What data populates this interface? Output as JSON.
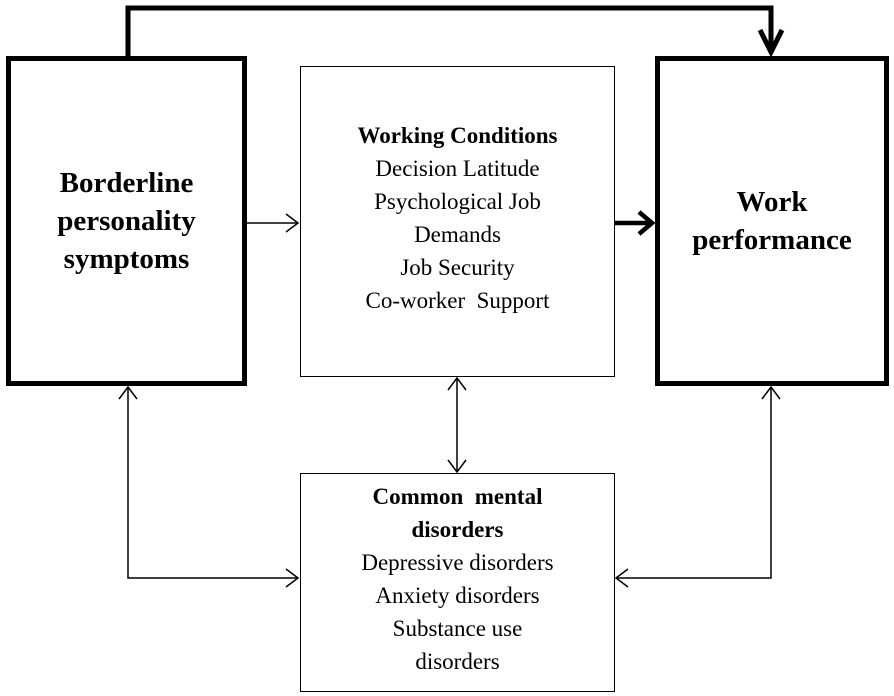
{
  "diagram": {
    "borderline": {
      "lines": [
        "Borderline",
        "personality",
        "symptoms"
      ]
    },
    "working_conditions": {
      "title": "Working Conditions",
      "items": [
        "Decision Latitude",
        "Psychological Job",
        "Demands",
        "Job Security",
        "Co-worker  Support"
      ]
    },
    "work_performance": {
      "lines": [
        "Work",
        "performance"
      ]
    },
    "common_mental": {
      "title_lines": [
        "Common  mental",
        "disorders"
      ],
      "items": [
        "Depressive disorders",
        "Anxiety disorders",
        "Substance use",
        "disorders"
      ]
    },
    "colors": {
      "stroke": "#000000",
      "background": "#ffffff"
    }
  }
}
